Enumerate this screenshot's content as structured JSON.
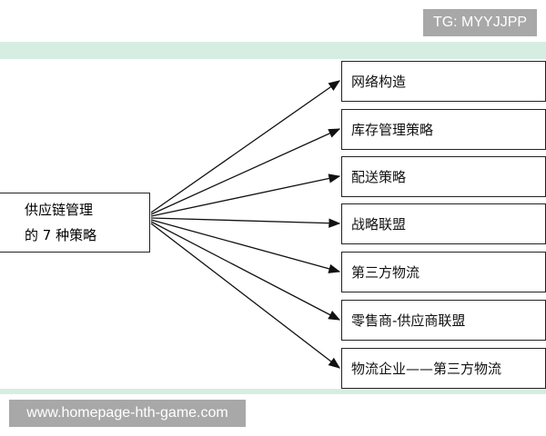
{
  "watermark_top": "TG: MYYJJPP",
  "watermark_bottom": "www.homepage-hth-game.com",
  "source": {
    "line1": "供应链管理",
    "line2": "的 7 种策略"
  },
  "strategies": [
    "网络构造",
    "库存管理策略",
    "配送策略",
    "战略联盟",
    "第三方物流",
    "零售商-供应商联盟",
    "物流企业——第三方物流"
  ],
  "colors": {
    "band": "#d6eee1",
    "watermark_bg": "#a8a8a8"
  }
}
